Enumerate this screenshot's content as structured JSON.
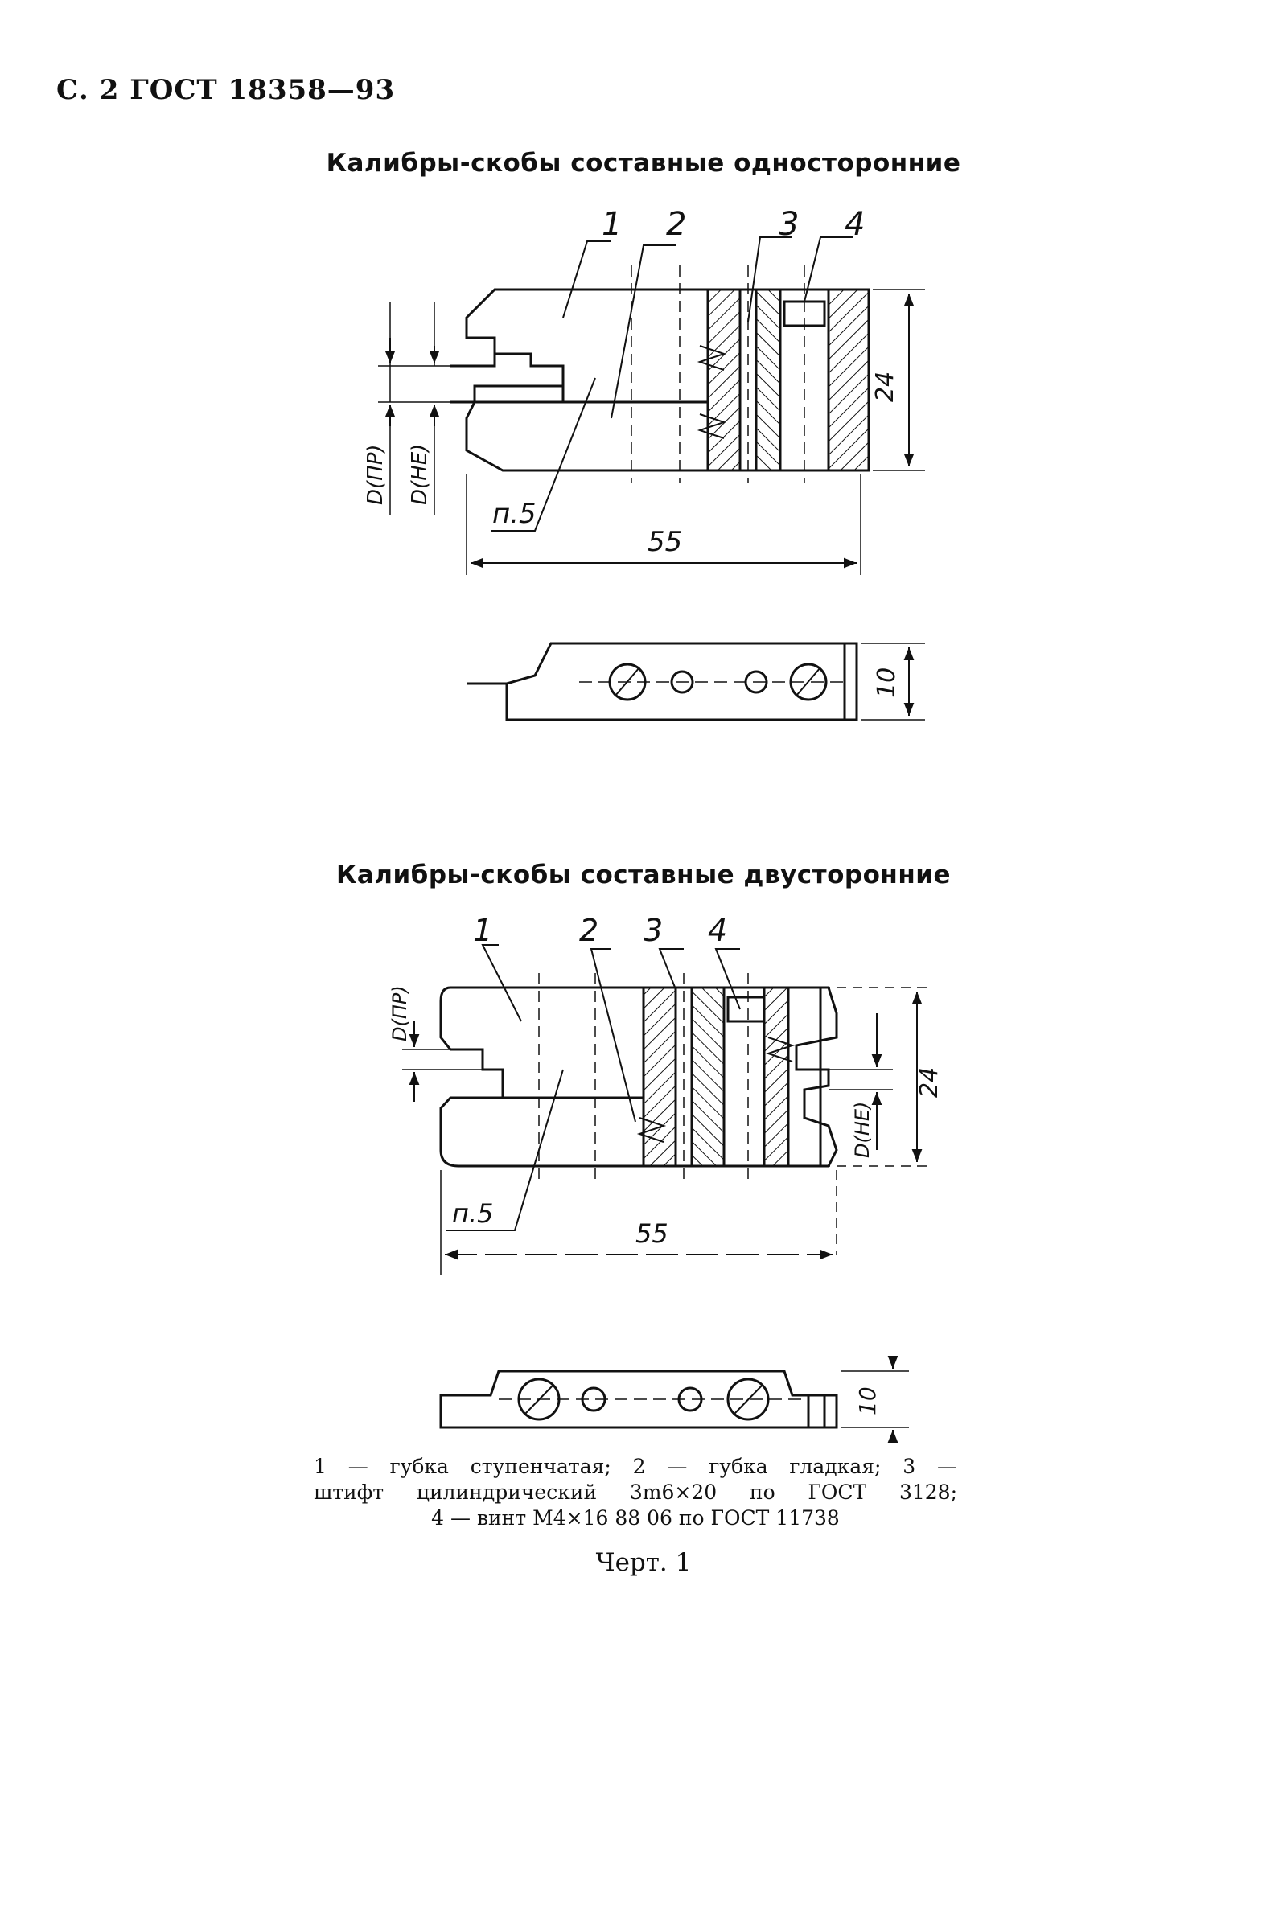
{
  "header": "С. 2 ГОСТ 18358—93",
  "section1": {
    "title": "Калибры-скобы составные односторонние",
    "labels": {
      "item1": "1",
      "item2": "2",
      "item3": "3",
      "item4": "4",
      "clause": "п.5",
      "d_pr": "D(ПР)",
      "d_ne": "D(НЕ)",
      "length": "55",
      "height": "24",
      "thickness": "10"
    }
  },
  "section2": {
    "title": "Калибры-скобы составные двусторонние",
    "labels": {
      "item1": "1",
      "item2": "2",
      "item3": "3",
      "item4": "4",
      "clause": "п.5",
      "d_pr": "D(ПР)",
      "d_ne": "D(НЕ)",
      "length": "55",
      "height": "24",
      "thickness": "10"
    }
  },
  "legend": {
    "line1": "1 — губка ступенчатая; 2 — губка гладкая; 3 —",
    "line2": "штифт цилиндрический 3m6×20 по ГОСТ 3128;",
    "line3": "4 — винт М4×16 88 06 по ГОСТ 11738"
  },
  "caption": "Черт. 1"
}
